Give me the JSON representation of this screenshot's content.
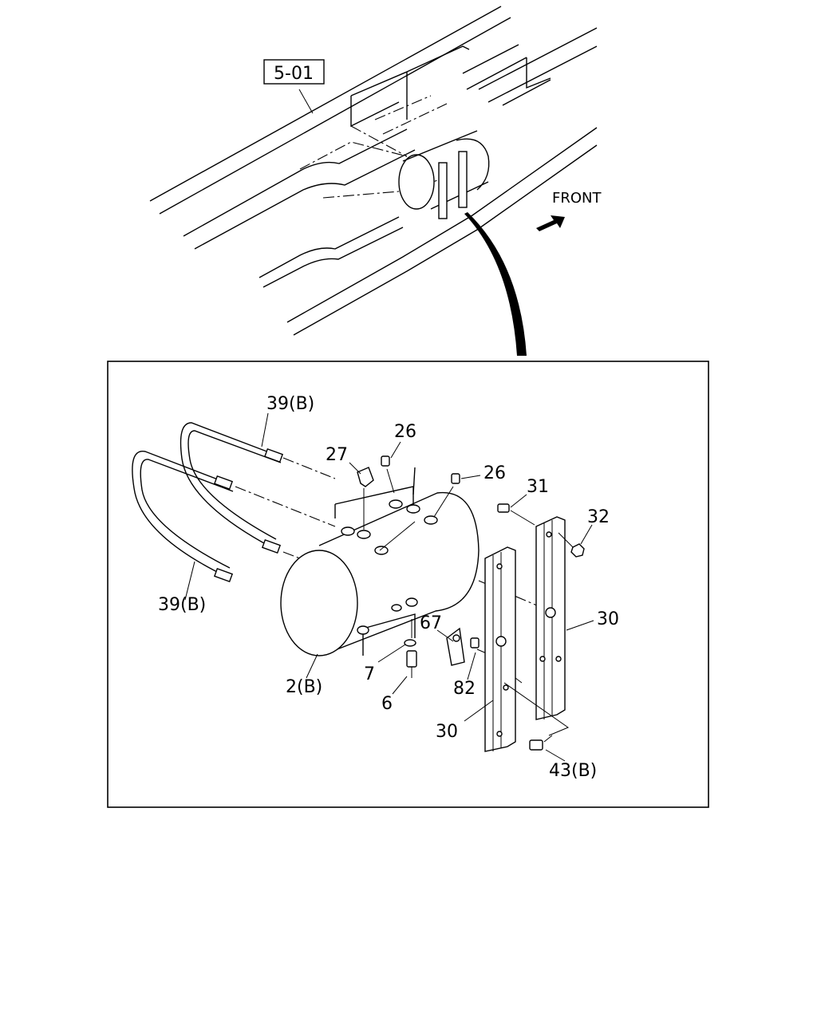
{
  "reference_box": {
    "label": "5-01"
  },
  "direction": {
    "label": "FRONT"
  },
  "callouts": {
    "p39_top": "39(B)",
    "p39_left": "39(B)",
    "p26_a": "26",
    "p26_b": "26",
    "p27": "27",
    "p31": "31",
    "p32": "32",
    "p30_right": "30",
    "p30_left": "30",
    "p67": "67",
    "p82": "82",
    "p7": "7",
    "p6": "6",
    "p2": "2(B)",
    "p43": "43(B)"
  }
}
